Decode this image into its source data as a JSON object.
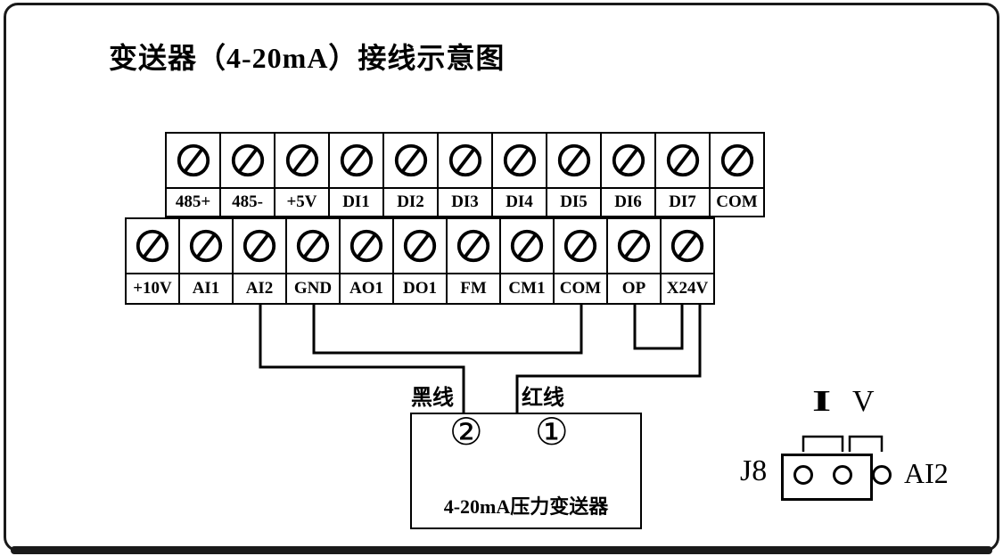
{
  "title": "变送器（4-20mA）接线示意图",
  "terminals": {
    "top": [
      "485+",
      "485-",
      "+5V",
      "DI1",
      "DI2",
      "DI3",
      "DI4",
      "DI5",
      "DI6",
      "DI7",
      "COM"
    ],
    "bottom": [
      "+10V",
      "AI1",
      "AI2",
      "GND",
      "AO1",
      "DO1",
      "FM",
      "CM1",
      "COM",
      "OP",
      "X24V"
    ]
  },
  "wires": {
    "black_label": "黑线",
    "red_label": "红线"
  },
  "transmitter": {
    "terminal_2": "②",
    "terminal_1": "①",
    "label": "4-20mA压力变送器"
  },
  "jumper": {
    "name": "J8",
    "current_label": "I",
    "voltage_label": "V",
    "channel_label": "AI2"
  },
  "colors": {
    "line": "#000000",
    "background": "#ffffff"
  }
}
